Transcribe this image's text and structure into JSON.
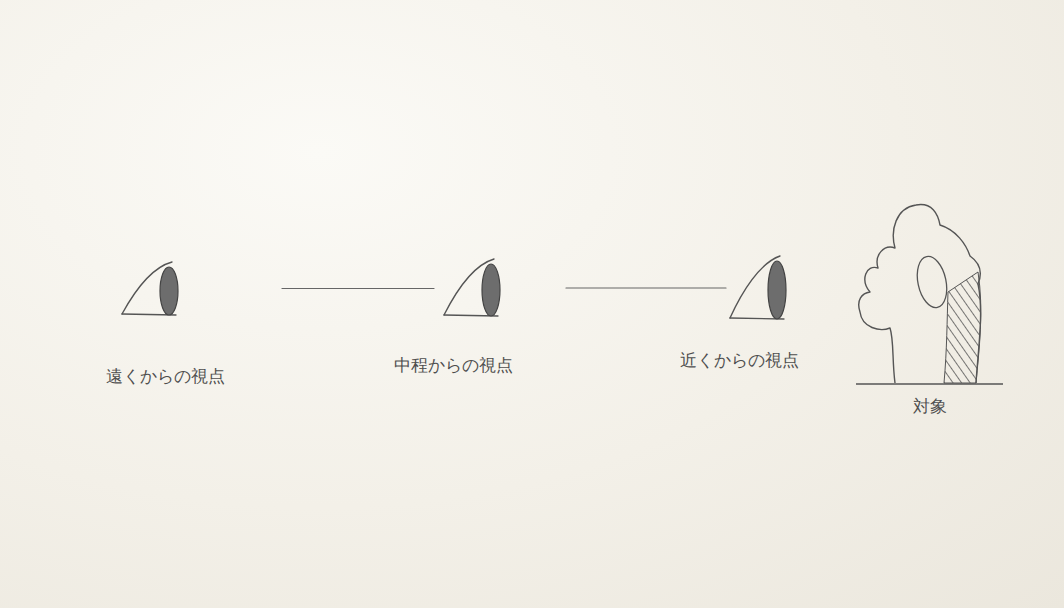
{
  "diagram": {
    "nodes": [
      {
        "text": [
          "遠くからの視点"
        ]
      },
      {
        "text": [
          "中程からの視点"
        ]
      },
      {
        "text": [
          "近くからの視点"
        ]
      },
      {
        "text": [
          "対象"
        ]
      }
    ],
    "edges": [
      {
        "from": 0,
        "to": 1,
        "arrow": "none"
      },
      {
        "from": 1,
        "to": 2,
        "arrow": "none"
      }
    ]
  }
}
